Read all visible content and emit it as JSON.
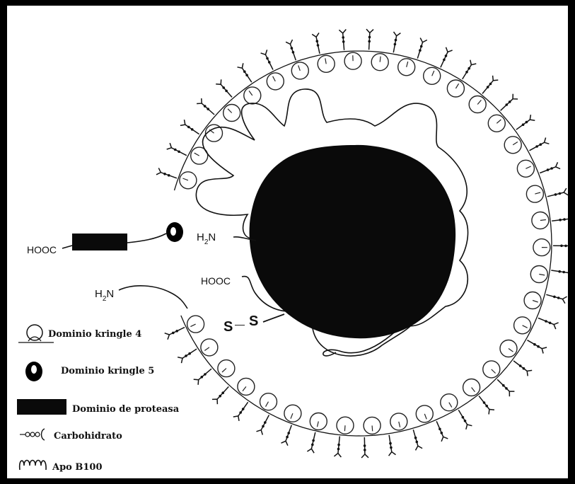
{
  "diagram": {
    "labels": {
      "hooc_left": "HOOC",
      "h2n_inner": "H",
      "h2n_inner_n": "N",
      "hooc_inner": "HOOC",
      "h2n_outer": "H",
      "h2n_outer_n": "N",
      "subscript_2": "2",
      "disulfide_s1": "S",
      "disulfide_dash": "—",
      "disulfide_s2": "S"
    },
    "legend": [
      {
        "icon": "kringle-4-icon",
        "label": "Dominio kringle 4"
      },
      {
        "icon": "kringle-5-icon",
        "label": "Dominio kringle 5"
      },
      {
        "icon": "protease-domain-icon",
        "label": "Dominio de proteasa"
      },
      {
        "icon": "carbohydrate-icon",
        "label": "Carbohidrato"
      },
      {
        "icon": "apo-b100-icon",
        "label": "Apo B100"
      }
    ]
  }
}
